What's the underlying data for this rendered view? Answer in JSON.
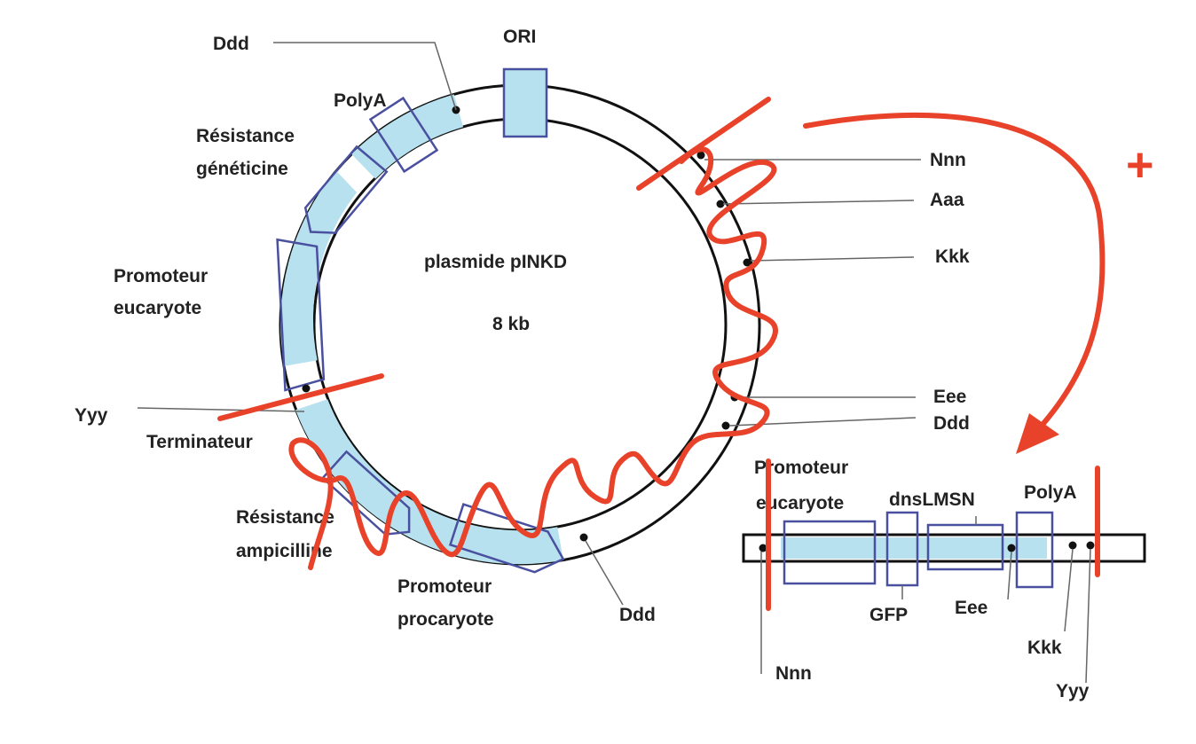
{
  "plasmid": {
    "name": "plasmide pINKD",
    "size": "8 kb",
    "features": {
      "ori": "ORI",
      "polya": "PolyA",
      "resistance_geneticin_line1": "Résistance",
      "resistance_geneticin_line2": "généticine",
      "promoter_euk_line1": "Promoteur",
      "promoter_euk_line2": "eucaryote",
      "terminator": "Terminateur",
      "resistance_ampicillin_line1": "Résistance",
      "resistance_ampicillin_line2": "ampicilline",
      "promoter_prok_line1": "Promoteur",
      "promoter_prok_line2": "procaryote"
    },
    "sites": {
      "ddd_top": "Ddd",
      "nnn": "Nnn",
      "aaa": "Aaa",
      "kkk": "Kkk",
      "eee": "Eee",
      "ddd_right": "Ddd",
      "yyy": "Yyy",
      "ddd_bottom": "Ddd"
    }
  },
  "insert": {
    "features": {
      "promoter_line1": "Promoteur",
      "promoter_line2": "eucaryote",
      "dnslmsn": "dnsLMSN",
      "polya": "PolyA",
      "gfp": "GFP"
    },
    "sites": {
      "eee": "Eee",
      "nnn": "Nnn",
      "kkk": "Kkk",
      "yyy": "Yyy"
    }
  },
  "plus_sign": "+",
  "colors": {
    "annotation_red": "#e8432a",
    "feature_fill": "#b7e1ee",
    "feature_border": "#4a50a0"
  }
}
